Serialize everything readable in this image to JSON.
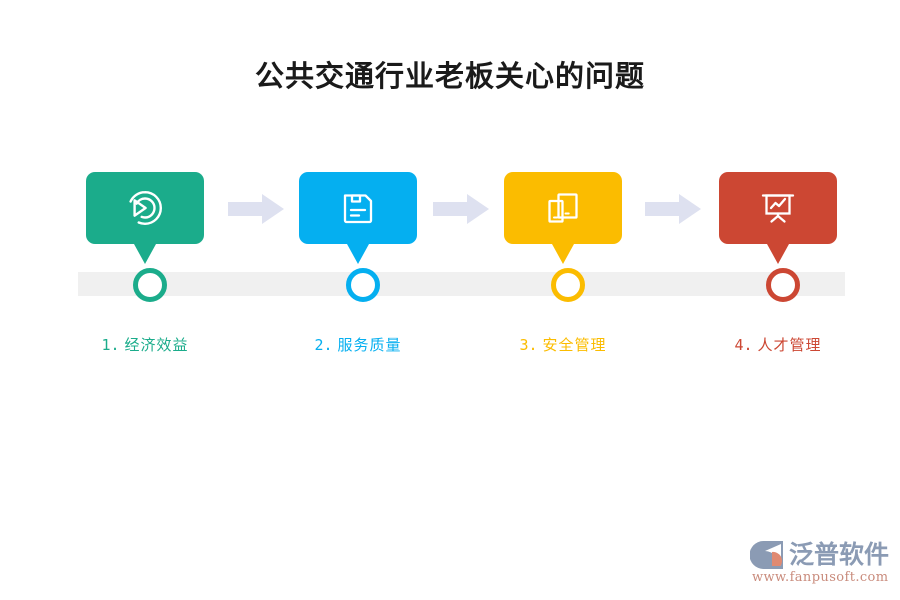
{
  "page": {
    "title": "公共交通行业老板关心的问题",
    "background": "#ffffff"
  },
  "theme": {
    "green": "#1bac8b",
    "blue": "#05aff0",
    "yellow": "#fbbc00",
    "red": "#cc4733",
    "arrow": "#dee1f0",
    "track": "#f0f0f0",
    "title_color": "#1a1a1a"
  },
  "flow": {
    "steps": [
      {
        "index": "1.",
        "label": "经济效益",
        "color": "#1bac8b",
        "icon": "pie-chart-arrow-icon"
      },
      {
        "index": "2.",
        "label": "服务质量",
        "color": "#05aff0",
        "icon": "document-save-icon"
      },
      {
        "index": "3.",
        "label": "安全管理",
        "color": "#fbbc00",
        "icon": "devices-icon"
      },
      {
        "index": "4.",
        "label": "人才管理",
        "color": "#cc4733",
        "icon": "presentation-chart-icon"
      }
    ],
    "connectors": [
      {
        "icon": "right-arrow-icon",
        "color": "#dee1f0"
      },
      {
        "icon": "right-arrow-icon",
        "color": "#dee1f0"
      },
      {
        "icon": "right-arrow-icon",
        "color": "#dee1f0"
      }
    ]
  },
  "logo": {
    "mark": "fanpu-logo-icon",
    "name": "泛普软件",
    "url": "www.fanpusoft.com",
    "name_color": "#8b9bb4",
    "url_color": "#c98b7c"
  }
}
